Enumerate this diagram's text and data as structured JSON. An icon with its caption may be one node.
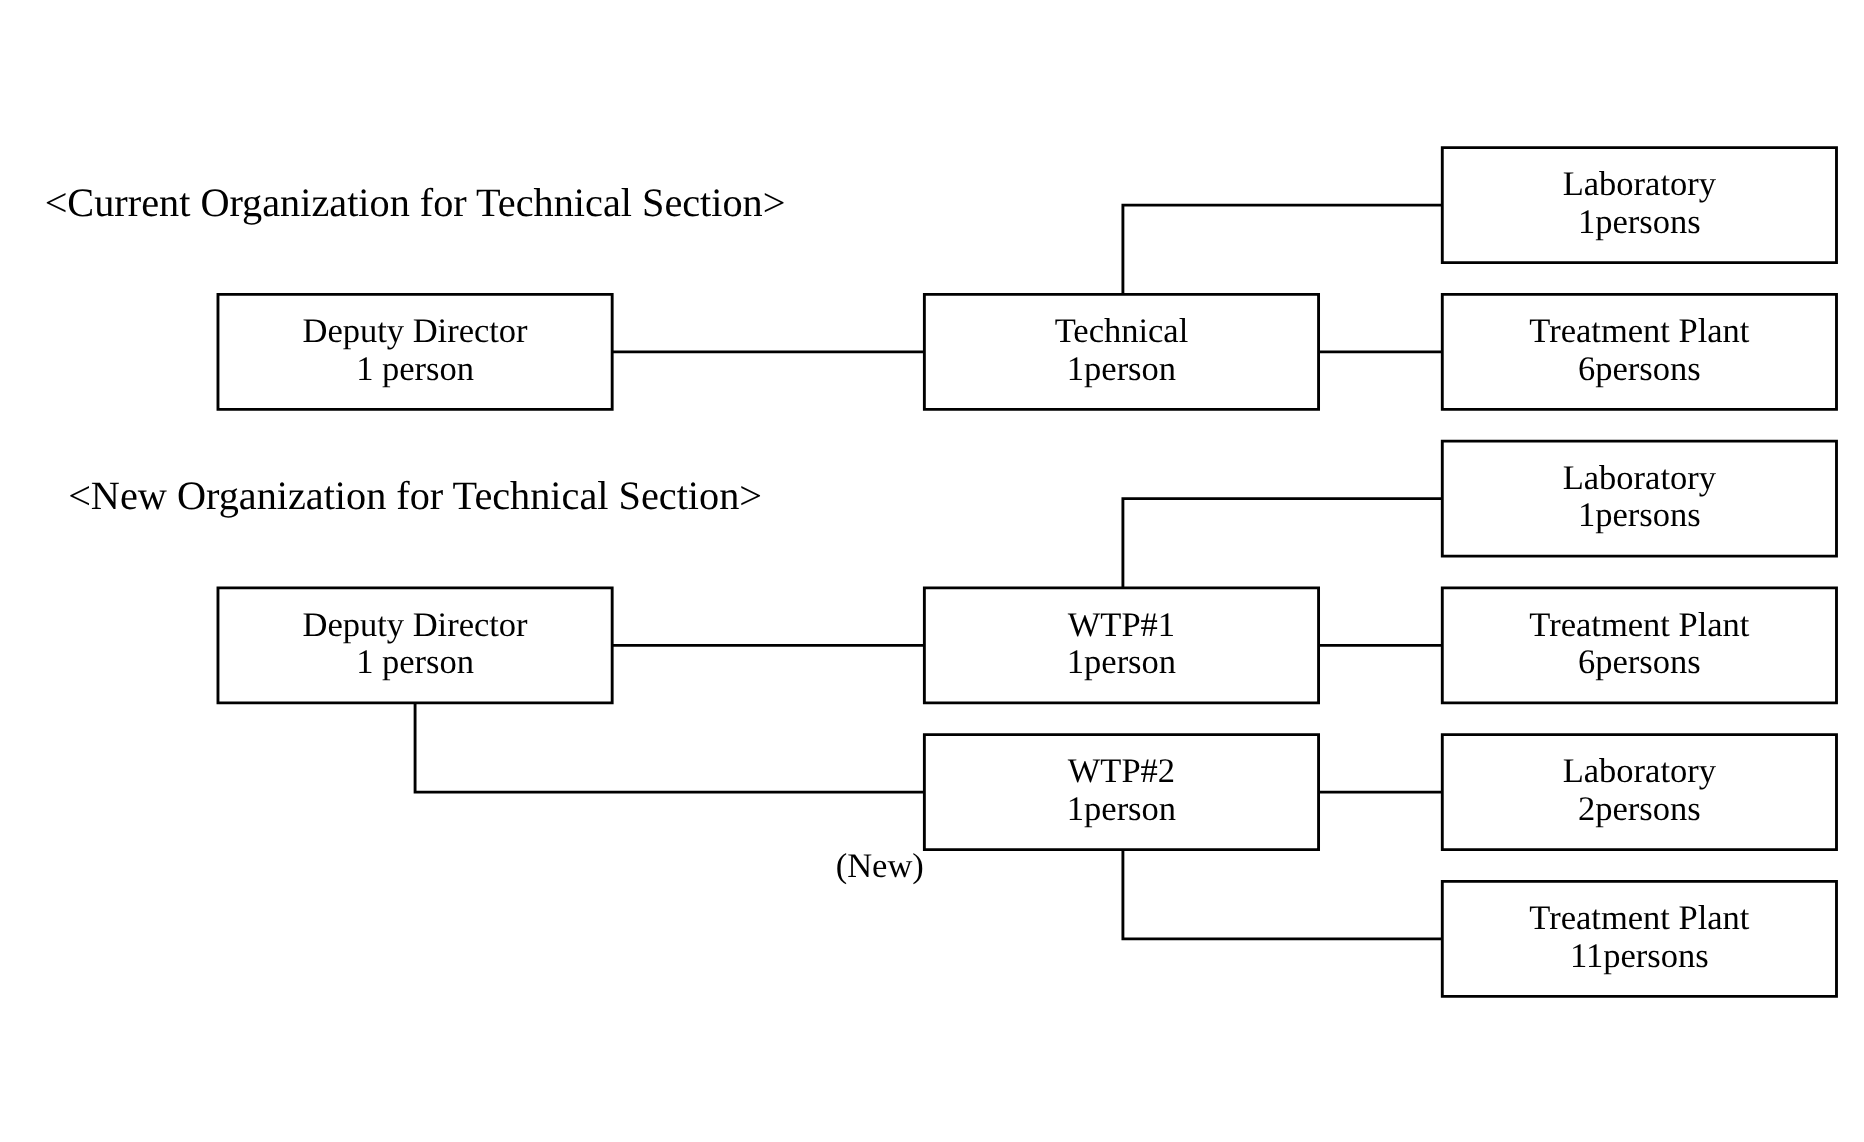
{
  "diagram": {
    "nodes": [
      {
        "text": [
          "Deputy Director",
          "1 person"
        ]
      },
      {
        "text": [
          "Technical",
          "1person"
        ]
      },
      {
        "text": [
          "Laboratory",
          "1persons"
        ]
      },
      {
        "text": [
          "Treatment Plant",
          "6persons"
        ]
      },
      {
        "text": [
          "Deputy Director",
          "1 person"
        ]
      },
      {
        "text": [
          "WTP#1",
          "1person"
        ]
      },
      {
        "text": [
          "Laboratory",
          "1persons"
        ]
      },
      {
        "text": [
          "Treatment Plant",
          "6persons"
        ]
      },
      {
        "text": [
          "WTP#2",
          "1person"
        ],
        "beside": [
          "(New)"
        ]
      },
      {
        "text": [
          "Laboratory",
          "2persons"
        ]
      },
      {
        "text": [
          "Treatment Plant",
          "11persons"
        ]
      }
    ],
    "edges": [
      {
        "from": 0,
        "to": 1,
        "arrow": "none"
      },
      {
        "from": 1,
        "to": 2,
        "arrow": "none"
      },
      {
        "from": 1,
        "to": 3,
        "arrow": "none"
      },
      {
        "from": 4,
        "to": 5,
        "arrow": "none"
      },
      {
        "from": 4,
        "to": 8,
        "arrow": "none"
      },
      {
        "from": 5,
        "to": 6,
        "arrow": "none"
      },
      {
        "from": 5,
        "to": 7,
        "arrow": "none"
      },
      {
        "from": 8,
        "to": 9,
        "arrow": "none"
      },
      {
        "from": 8,
        "to": 10,
        "arrow": "none"
      }
    ],
    "labels": [
      "<Current Organization for Technical Section>",
      "<New Organization for Technical Section>"
    ]
  }
}
